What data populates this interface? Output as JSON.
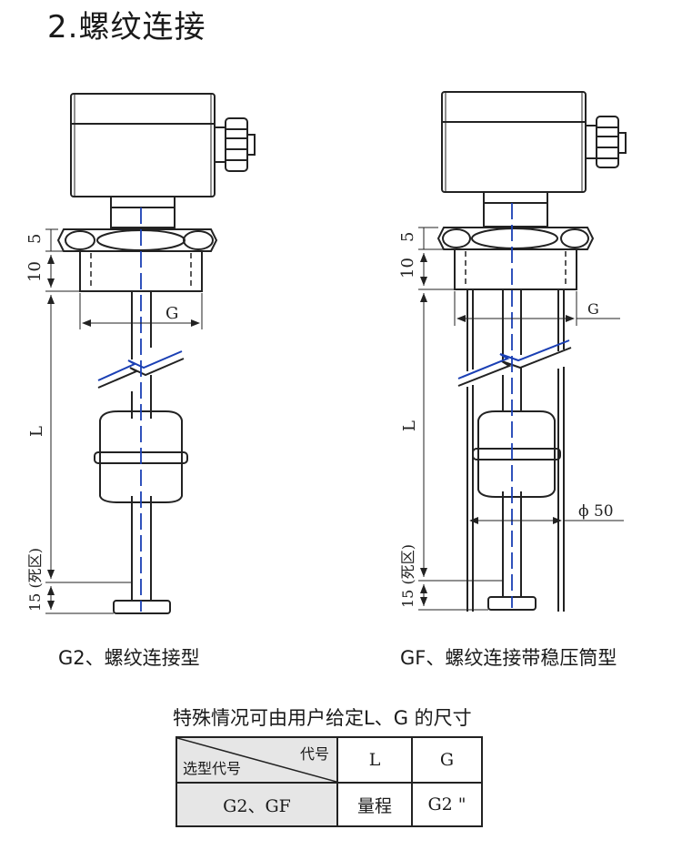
{
  "title": "2.螺纹连接",
  "left_diagram": {
    "caption": "G2、螺纹连接型",
    "dim_5": "5",
    "dim_10": "10",
    "dim_L": "L",
    "dim_dead": "15 (死区)",
    "dim_G": "G"
  },
  "right_diagram": {
    "caption": "GF、螺纹连接带稳压筒型",
    "dim_5": "5",
    "dim_10": "10",
    "dim_L": "L",
    "dim_dead": "15 (死区)",
    "dim_G": "G",
    "dim_phi": "ϕ 50"
  },
  "table": {
    "title": "特殊情况可由用户给定L、G 的尺寸",
    "header_top_right": "代号",
    "header_bottom_left": "选型代号",
    "col_L": "L",
    "col_G": "G",
    "row_model": "G2、GF",
    "row_L": "量程",
    "row_G": "G2 \""
  }
}
